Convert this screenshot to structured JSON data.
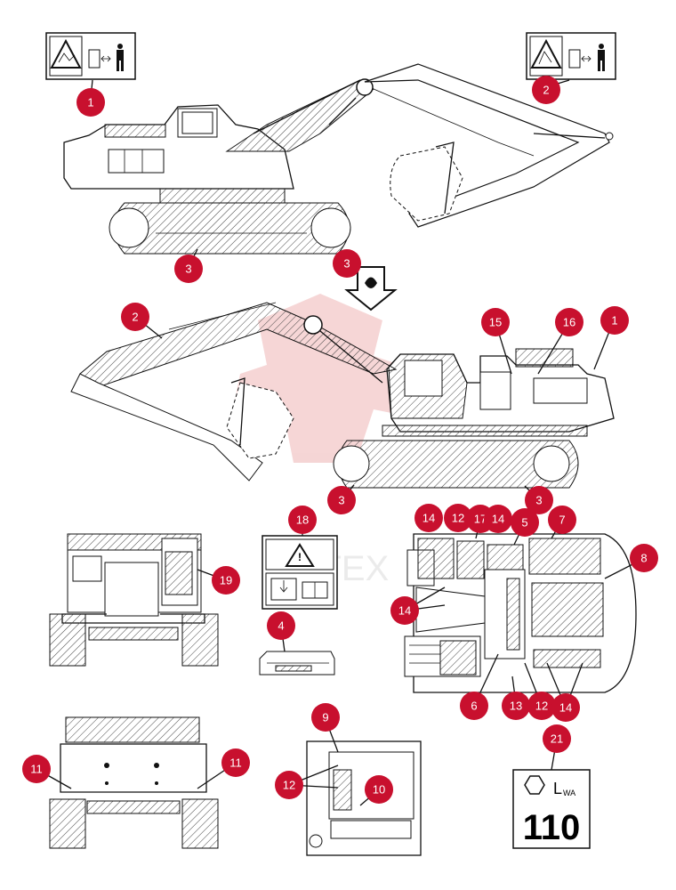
{
  "watermark": "VIKTEX",
  "markers": {
    "m1a": "1",
    "m2a": "2",
    "m3a": "3",
    "m3arrow": "3",
    "m2b": "2",
    "m15": "15",
    "m16": "16",
    "m1b": "1",
    "m3b": "3",
    "m3c": "3",
    "m18": "18",
    "m19": "19",
    "m4": "4",
    "m14a": "14",
    "m12a": "12",
    "m17": "17",
    "m14b": "14",
    "m5": "5",
    "m7": "7",
    "m8": "8",
    "m14c": "14",
    "m6": "6",
    "m13": "13",
    "m12b": "12",
    "m14d": "14",
    "m9": "9",
    "m11a": "11",
    "m11b": "11",
    "m12c": "12",
    "m10": "10",
    "m21": "21"
  },
  "lwa_label": "L",
  "lwa_sub": "WA",
  "lwa_value": "110",
  "colors": {
    "marker": "#c8102e",
    "line": "#111111",
    "hatch": "#444444",
    "watermark": "#d8a8a8"
  }
}
